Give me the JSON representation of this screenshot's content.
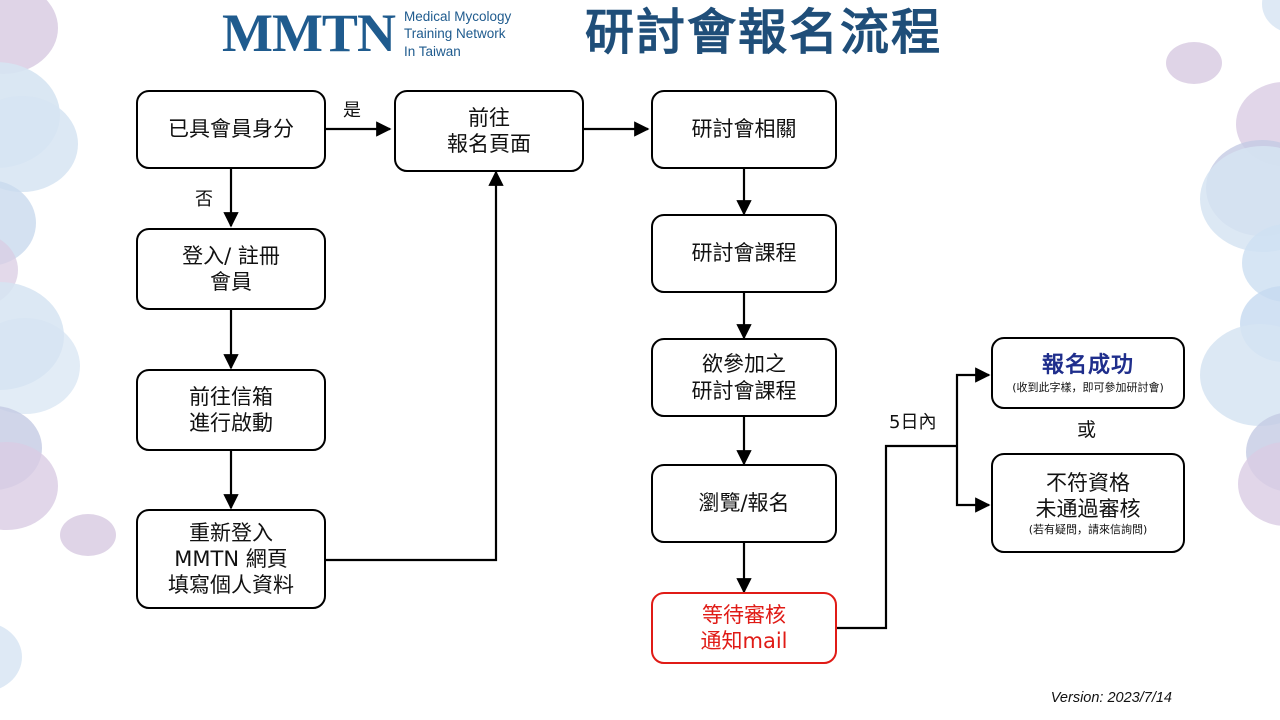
{
  "header": {
    "logo_mark": "MMTN",
    "logo_sub_lines": [
      "Medical Mycology",
      "Training Network",
      "In Taiwan"
    ],
    "title": "研討會報名流程",
    "brand_color": "#1F5B8E",
    "title_color": "#1F4E79"
  },
  "nodes": {
    "member_check": {
      "lines": [
        "已具會員身分"
      ]
    },
    "goto_signup": {
      "lines": [
        "前往",
        "報名頁面"
      ]
    },
    "login_register": {
      "lines": [
        "登入/ 註冊",
        "會員"
      ]
    },
    "mailbox_activate": {
      "lines": [
        "前往信箱",
        "進行啟動"
      ]
    },
    "relogin_profile": {
      "lines": [
        "重新登入",
        "MMTN 網頁",
        "填寫個人資料"
      ]
    },
    "seminar_related": {
      "lines": [
        "研討會相關"
      ]
    },
    "seminar_course": {
      "lines": [
        "研討會課程"
      ]
    },
    "desired_course": {
      "lines": [
        "欲參加之",
        "研討會課程"
      ]
    },
    "browse_signup": {
      "lines": [
        "瀏覽/報名"
      ]
    },
    "await_review": {
      "lines": [
        "等待審核",
        "通知mail"
      ],
      "color": "#E01B16"
    },
    "success": {
      "headline": "報名成功",
      "note": "(收到此字樣，即可參加研討會)",
      "color": "#1F2E8C"
    },
    "rejected": {
      "lines": [
        "不符資格",
        "未通過審核"
      ],
      "note": "(若有疑問，請來信詢問)"
    }
  },
  "labels": {
    "yes": "是",
    "no": "否",
    "within_5_days": "5日內",
    "or": "或"
  },
  "footer": {
    "version": "Version: 2023/7/14"
  },
  "decor": {
    "blue": "#D6E4F2",
    "purple": "#D9CCE3"
  }
}
